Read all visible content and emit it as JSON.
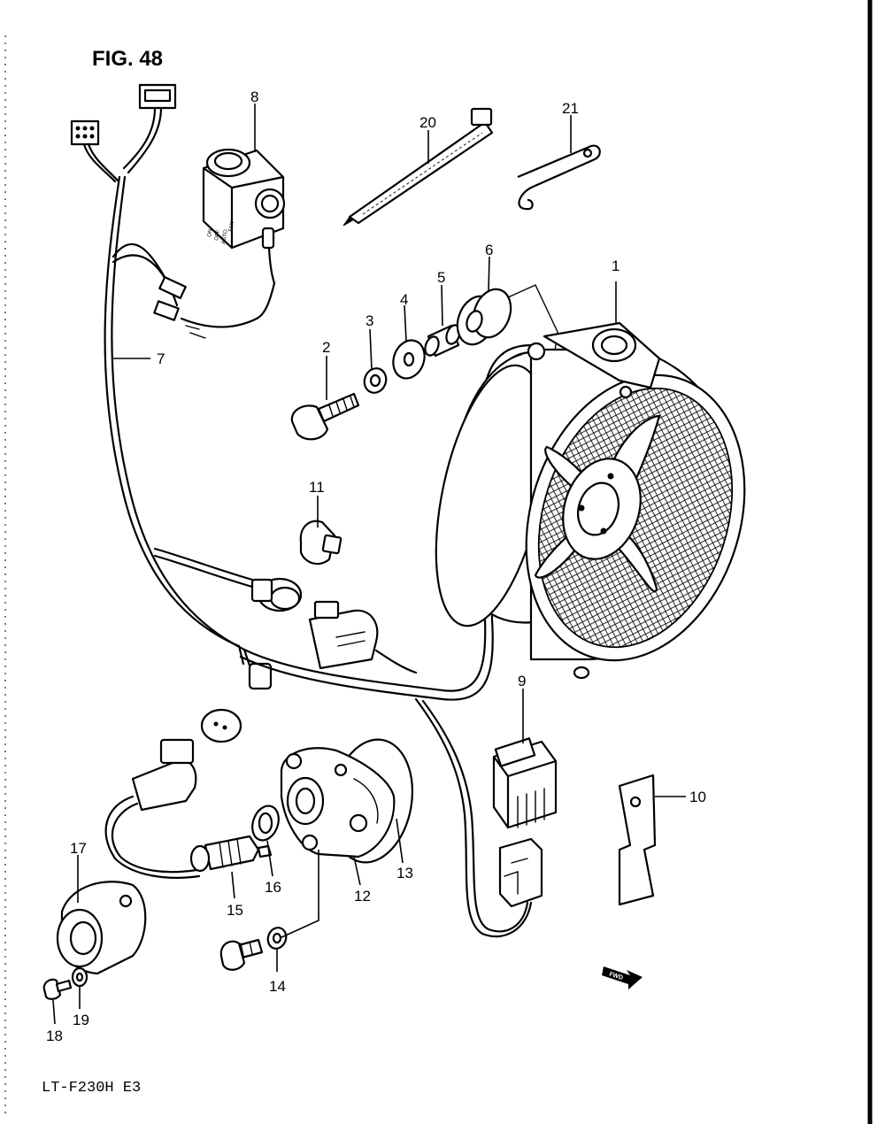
{
  "figure": {
    "title": "FIG. 48",
    "model": "LT-F230H  E3"
  },
  "callouts": [
    "1",
    "2",
    "3",
    "4",
    "5",
    "6",
    "7",
    "8",
    "9",
    "10",
    "11",
    "12",
    "13",
    "14",
    "15",
    "16",
    "17",
    "18",
    "19",
    "20",
    "21"
  ],
  "direction_label": "FWD",
  "switch_labels": [
    "ON",
    "OFF",
    "AUTO",
    "FAN"
  ]
}
